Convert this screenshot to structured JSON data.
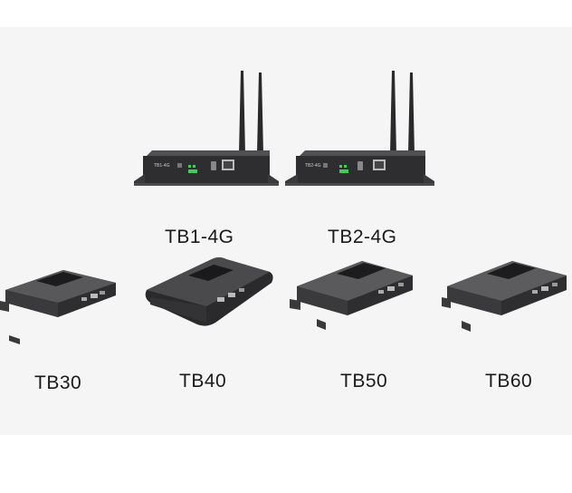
{
  "products": [
    {
      "id": "tb1-4g",
      "label": "TB1-4G",
      "front_text": "TB1-4G"
    },
    {
      "id": "tb2-4g",
      "label": "TB2-4G",
      "front_text": "TB2-4G"
    },
    {
      "id": "tb30",
      "label": "TB30"
    },
    {
      "id": "tb40",
      "label": "TB40"
    },
    {
      "id": "tb50",
      "label": "TB50"
    },
    {
      "id": "tb60",
      "label": "TB60"
    }
  ],
  "colors": {
    "panel_background": "#f5f5f5",
    "device_body": "#3a3a3c",
    "device_dark": "#1c1c1e",
    "accent_green": "#3ecf5a"
  }
}
